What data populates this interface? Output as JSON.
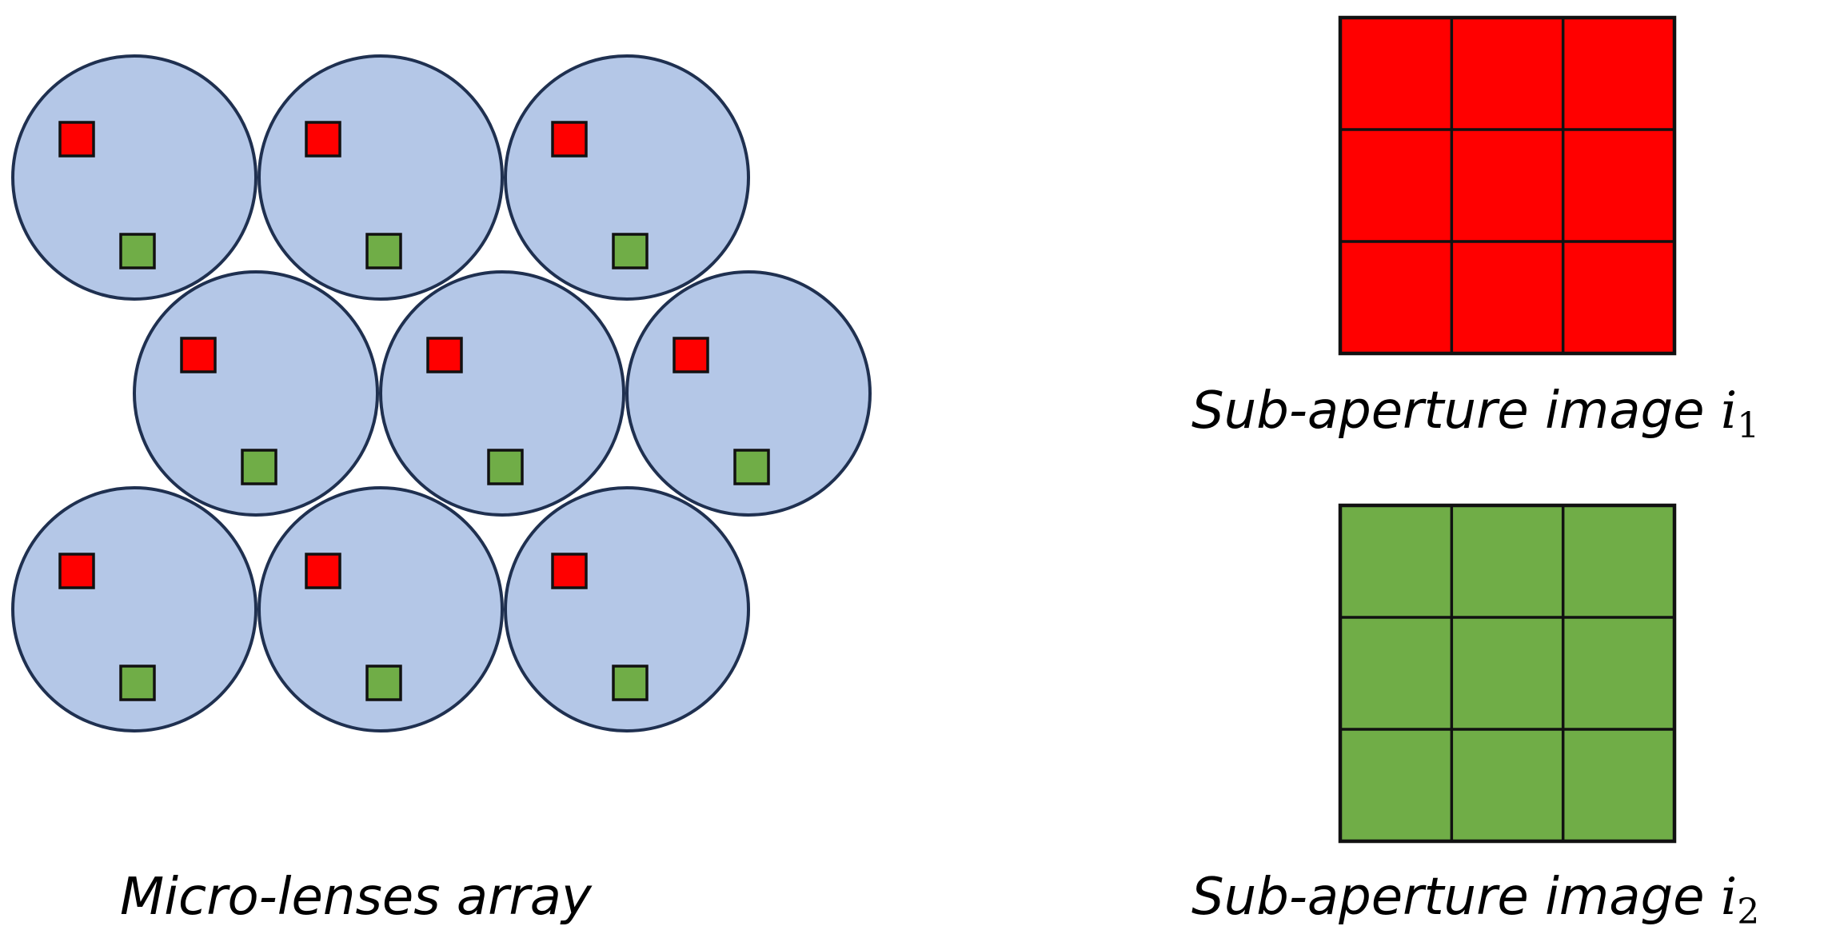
{
  "captions": {
    "lens_array": "Micro-lenses array",
    "sub1_text": "Sub-aperture image",
    "sub1_var": "i",
    "sub1_index": "1",
    "sub2_text": "Sub-aperture image",
    "sub2_var": "i",
    "sub2_index": "2"
  },
  "lens_array": {
    "rows": [
      3,
      3,
      3
    ],
    "pixels_per_lens": [
      "red",
      "green"
    ]
  },
  "sub_aperture_images": [
    {
      "rows": 3,
      "cols": 3,
      "color": "red"
    },
    {
      "rows": 3,
      "cols": 3,
      "color": "green"
    }
  ],
  "colors": {
    "lens_fill": "#b4c7e7",
    "lens_stroke": "#1f3050",
    "red": "#ff0000",
    "green": "#70ad47"
  }
}
